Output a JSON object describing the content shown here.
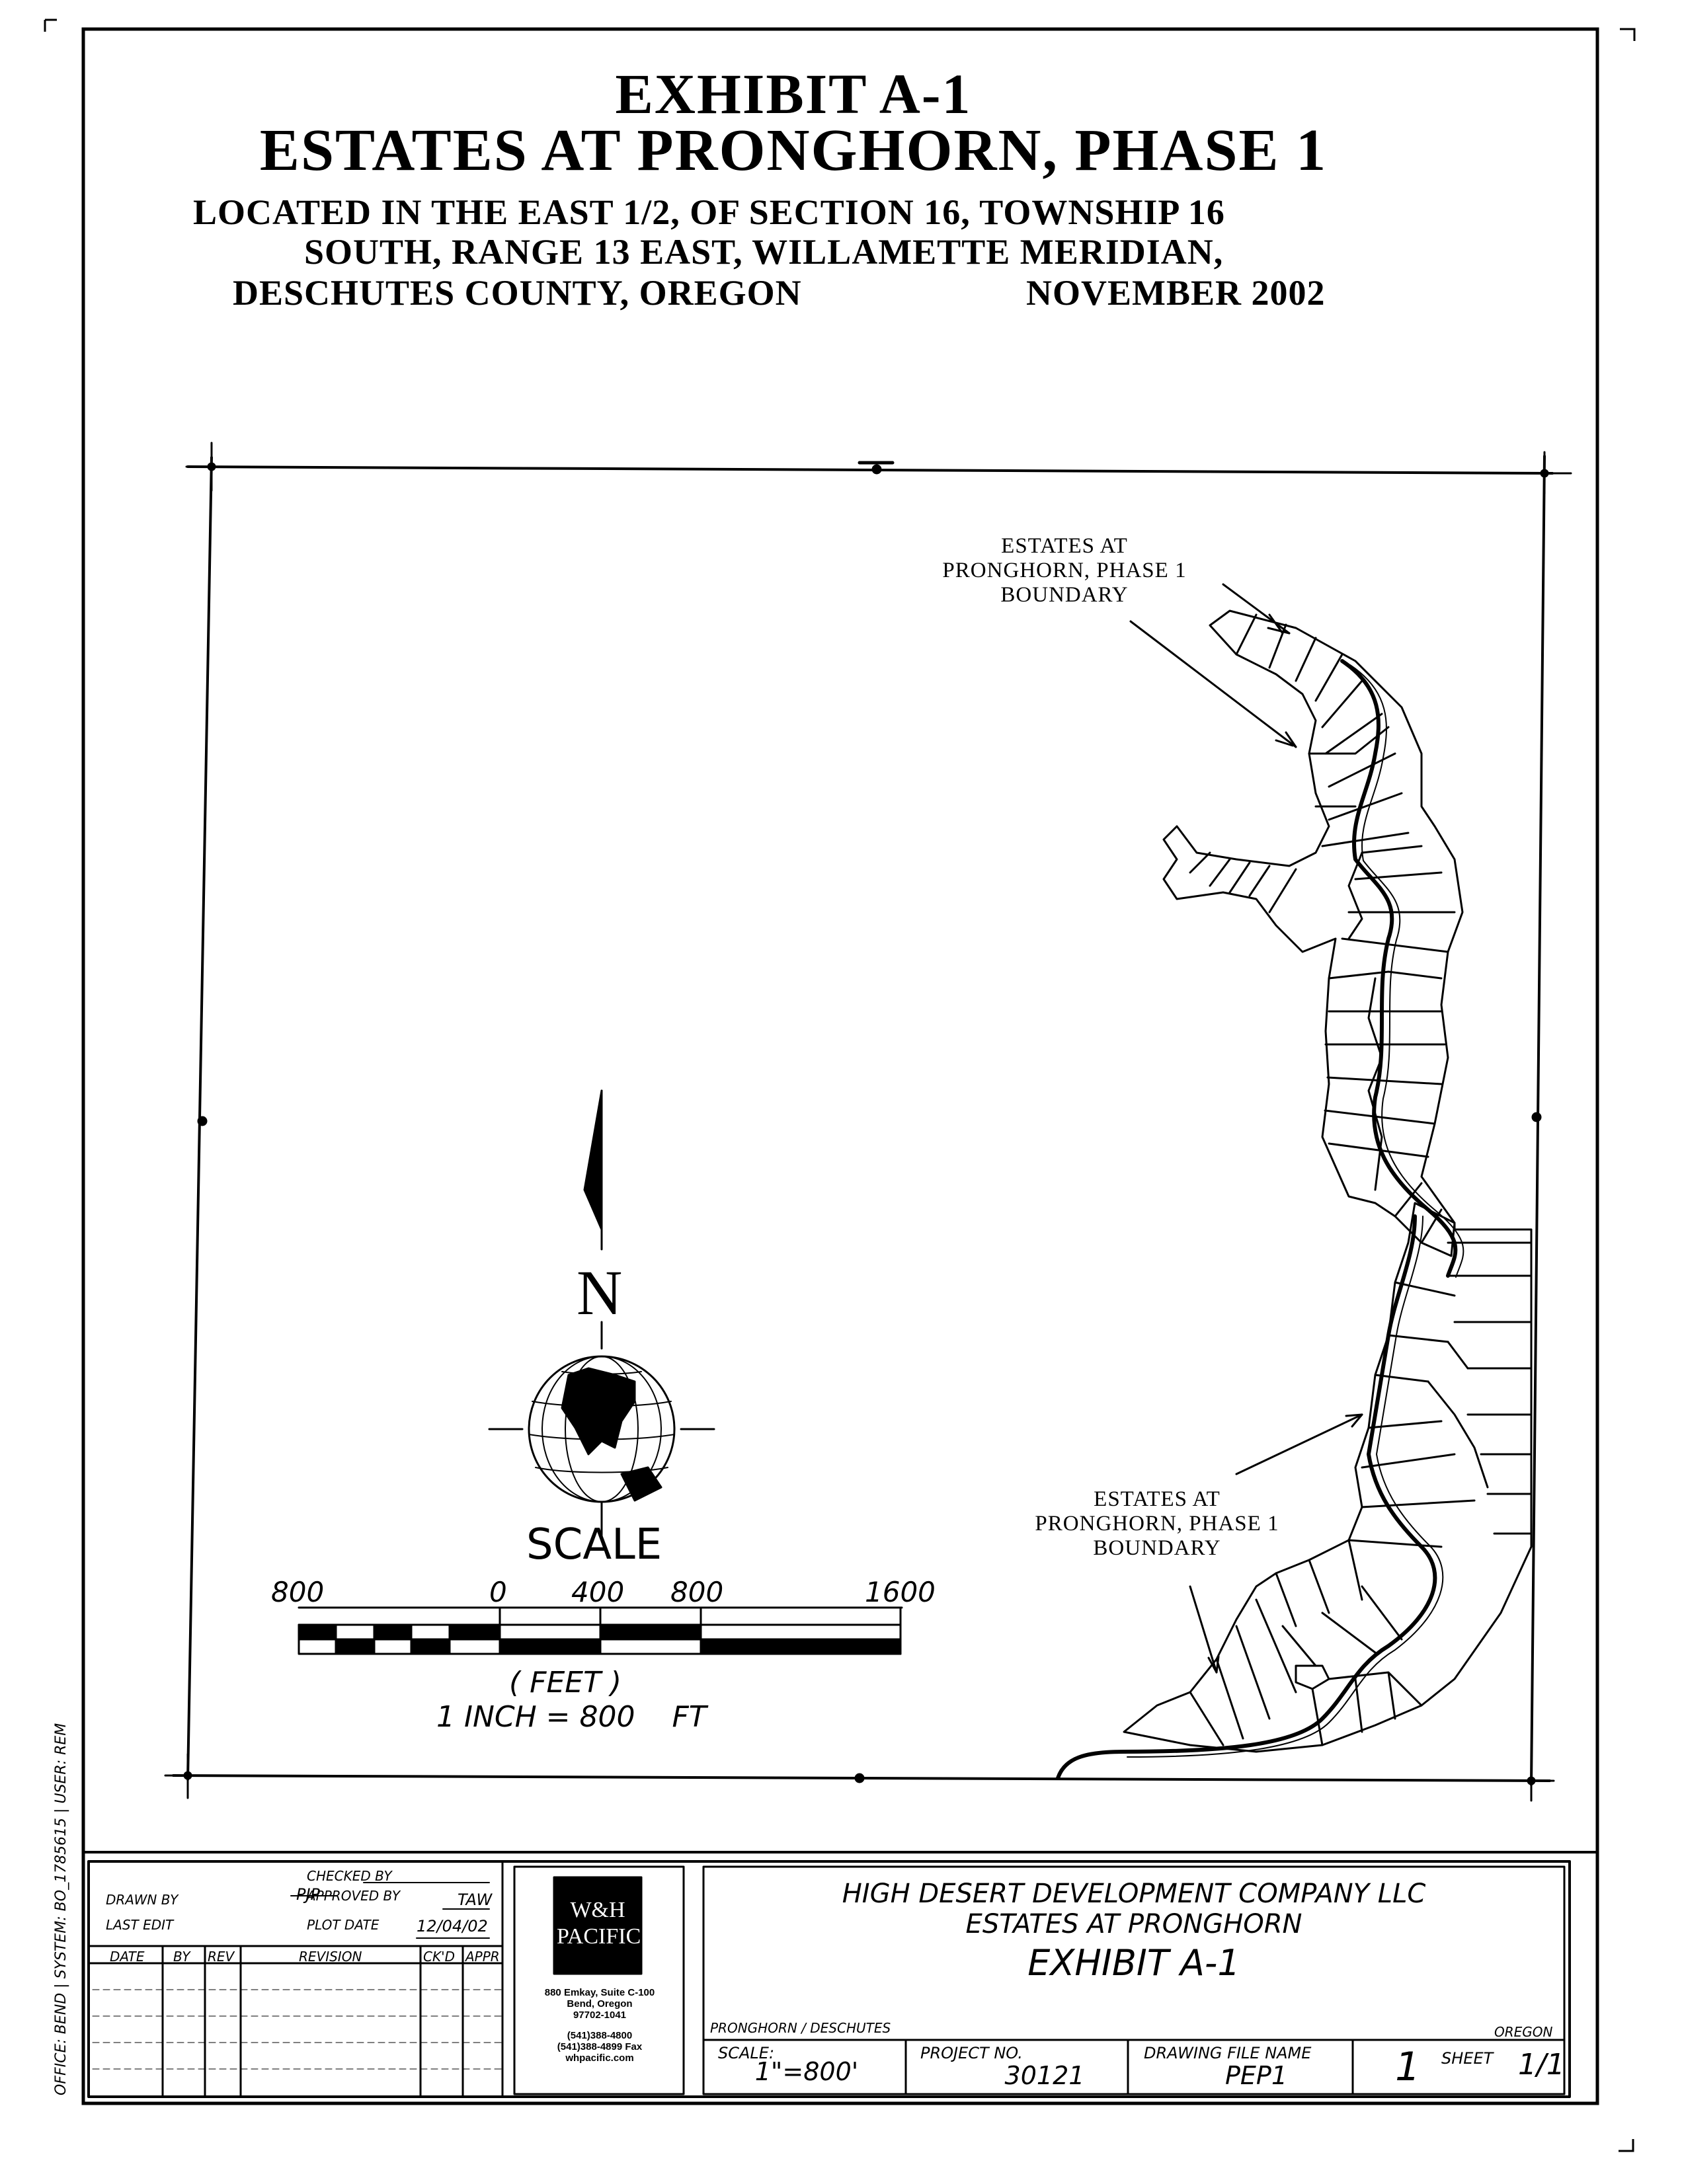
{
  "title": {
    "line1": "EXHIBIT A-1",
    "line2": "ESTATES AT PRONGHORN, PHASE 1",
    "location_line1": "LOCATED IN THE EAST 1/2, OF SECTION 16, TOWNSHIP 16",
    "location_line2": "SOUTH, RANGE 13 EAST, WILLAMETTE MERIDIAN,",
    "location_line3": "DESCHUTES COUNTY, OREGON",
    "date": "NOVEMBER 2002"
  },
  "map": {
    "boundary_label_top": [
      "ESTATES AT",
      "PRONGHORN, PHASE 1",
      "BOUNDARY"
    ],
    "boundary_label_bottom": [
      "ESTATES AT",
      "PRONGHORN, PHASE 1",
      "BOUNDARY"
    ],
    "north": "N",
    "scale_title": "SCALE",
    "scale_ticks": [
      "800",
      "0",
      "400",
      "800",
      "1600"
    ],
    "scale_units": "( FEET )",
    "scale_ratio": "1 INCH = 800    FT"
  },
  "title_block": {
    "drawn_by_label": "DRAWN BY",
    "drawn_by": "PJP",
    "checked_by_label": "CHECKED BY",
    "approved_by_label": "APPROVED BY",
    "approved_by": "TAW",
    "last_edit_label": "LAST EDIT",
    "plot_date_label": "PLOT DATE",
    "plot_date": "12/04/02",
    "revision_headers": [
      "DATE",
      "BY",
      "REV",
      "REVISION",
      "CK'D",
      "APPR"
    ],
    "firm_logo": "W&H PACIFIC",
    "firm_address": [
      "880 Emkay, Suite C-100",
      "Bend, Oregon",
      "97702-1041"
    ],
    "firm_phone": [
      "(541)388-4800",
      "(541)388-4899 Fax",
      "whpacific.com"
    ],
    "company": "HIGH DESERT DEVELOPMENT COMPANY LLC",
    "project": "ESTATES AT PRONGHORN",
    "exhibit": "EXHIBIT A-1",
    "location_left": "PRONGHORN / DESCHUTES",
    "location_right": "OREGON",
    "scale_label": "SCALE:",
    "scale_value": "1\"=800'",
    "project_no_label": "PROJECT NO.",
    "project_no": "30121",
    "drawing_file_label": "DRAWING FILE NAME",
    "drawing_file": "PEP1",
    "sheet_number": "1",
    "sheet_label": "SHEET",
    "sheet_total": "1/1"
  },
  "side_note": "OFFICE: BEND | SYSTEM: BO_1785615 | USER: REM"
}
